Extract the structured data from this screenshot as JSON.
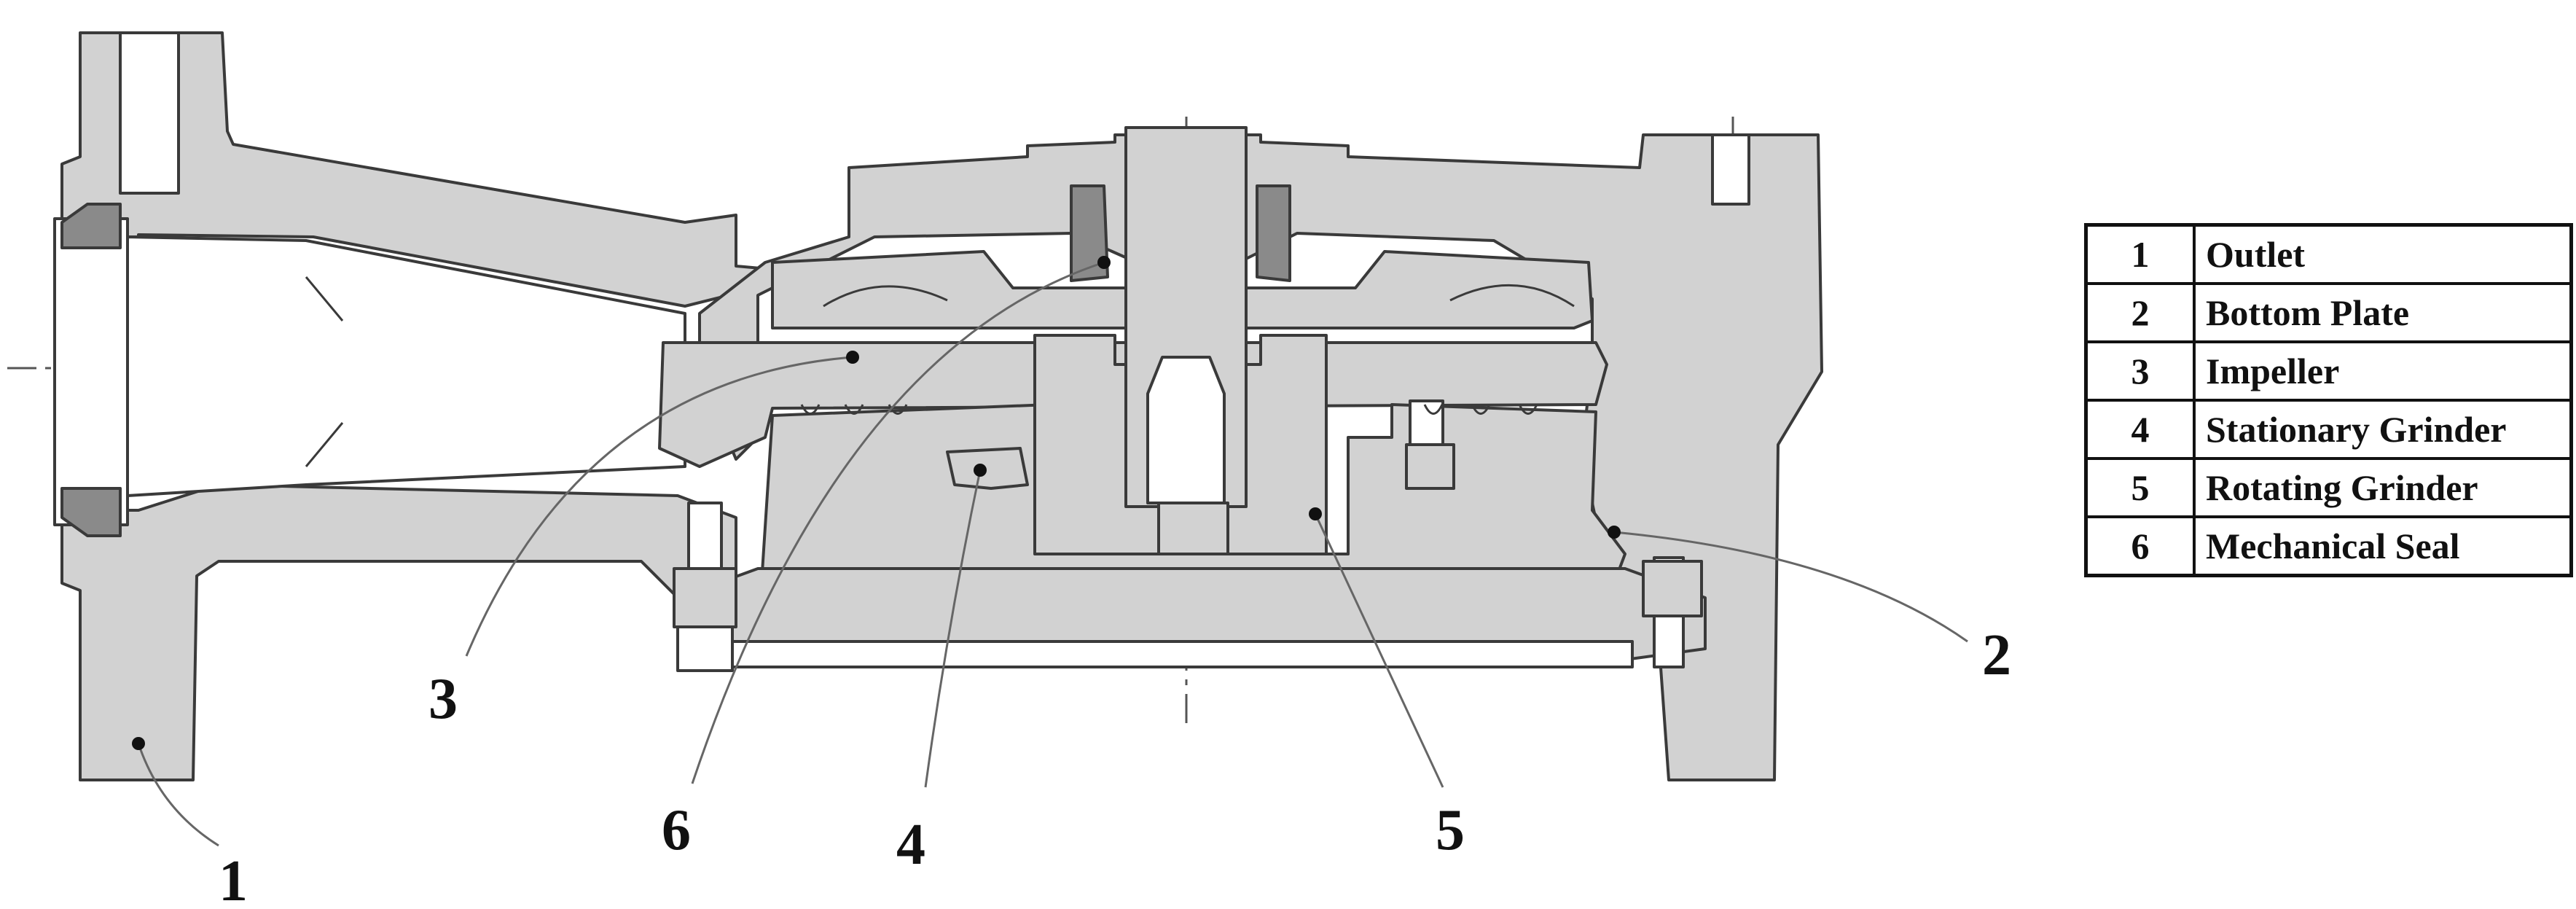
{
  "callouts": [
    "1",
    "2",
    "3",
    "4",
    "5",
    "6"
  ],
  "legend": {
    "rows": [
      {
        "num": "1",
        "label": "Outlet"
      },
      {
        "num": "2",
        "label": "Bottom Plate"
      },
      {
        "num": "3",
        "label": "Impeller"
      },
      {
        "num": "4",
        "label": "Stationary Grinder"
      },
      {
        "num": "5",
        "label": "Rotating Grinder"
      },
      {
        "num": "6",
        "label": "Mechanical Seal"
      }
    ]
  },
  "colors": {
    "metal": "#d2d2d2",
    "outline": "#3a3a3a",
    "text": "#111111"
  }
}
